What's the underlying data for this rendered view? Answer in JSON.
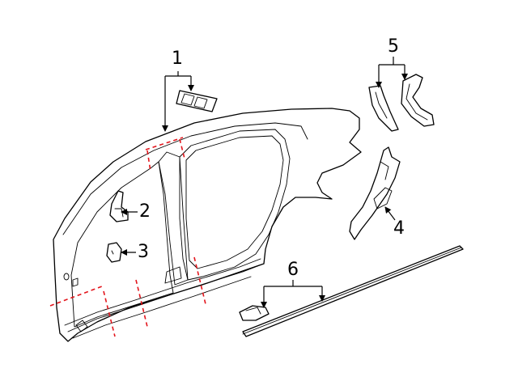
{
  "callouts": [
    {
      "id": "1",
      "label": "1"
    },
    {
      "id": "2",
      "label": "2"
    },
    {
      "id": "3",
      "label": "3"
    },
    {
      "id": "4",
      "label": "4"
    },
    {
      "id": "5",
      "label": "5"
    },
    {
      "id": "6",
      "label": "6"
    }
  ],
  "colors": {
    "line": "#000000",
    "cut_line": "#e3141b",
    "background": "#ffffff"
  }
}
